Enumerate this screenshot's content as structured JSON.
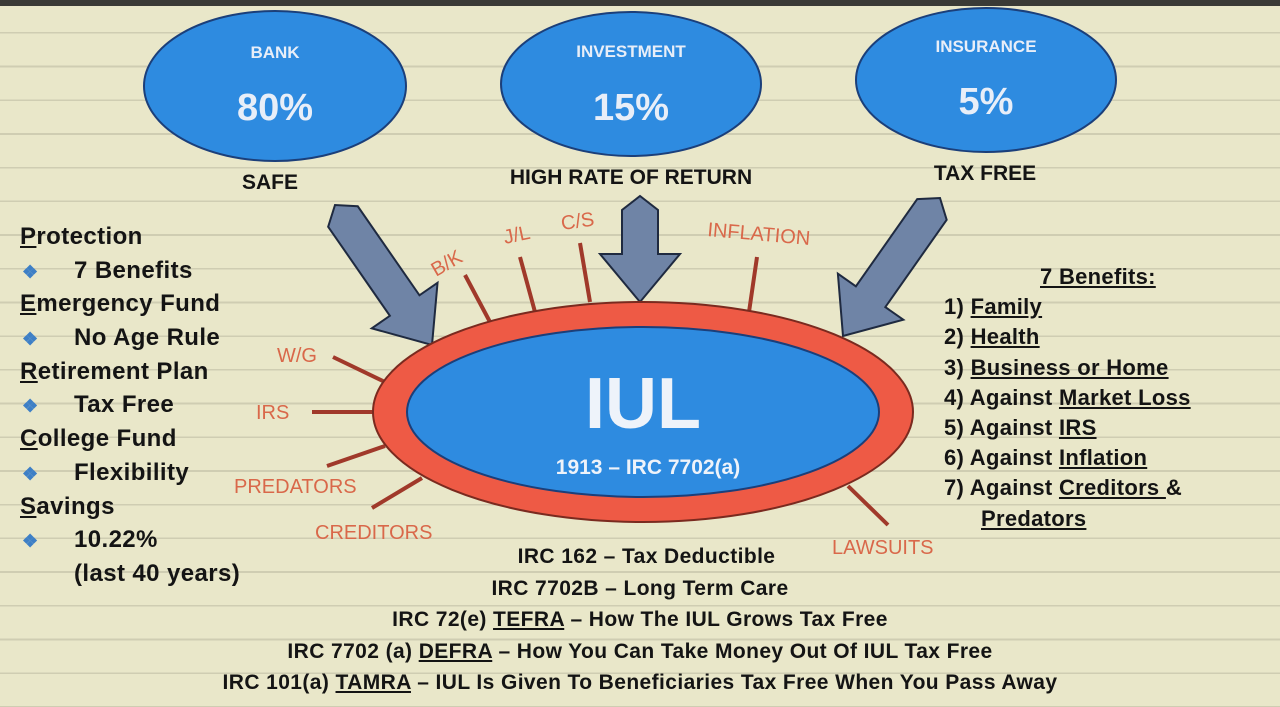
{
  "top_ovals": [
    {
      "title": "BANK",
      "value": "80%",
      "caption": "SAFE"
    },
    {
      "title": "INVESTMENT",
      "value": "15%",
      "caption": "HIGH RATE OF RETURN"
    },
    {
      "title": "INSURANCE",
      "value": "5%",
      "caption": "TAX FREE"
    }
  ],
  "center": {
    "title": "IUL",
    "subtitle": "1913 – IRC 7702(a)"
  },
  "threats": [
    "B/K",
    "J/L",
    "C/S",
    "INFLATION",
    "W/G",
    "IRS",
    "PREDATORS",
    "CREDITORS",
    "LAWSUITS"
  ],
  "left_list": [
    {
      "heading_initial": "P",
      "heading_rest": "rotection",
      "bullet": "7 Benefits"
    },
    {
      "heading_initial": "E",
      "heading_rest": "mergency Fund",
      "bullet": "No Age Rule"
    },
    {
      "heading_initial": "R",
      "heading_rest": "etirement Plan",
      "bullet": "Tax Free"
    },
    {
      "heading_initial": "C",
      "heading_rest": "ollege Fund",
      "bullet": "Flexibility"
    },
    {
      "heading_initial": "S",
      "heading_rest": "avings",
      "bullet": "10.22%",
      "extra": "(last 40 years)"
    }
  ],
  "benefits": {
    "heading": "7 Benefits:",
    "items": [
      {
        "num": "1)",
        "pre": "",
        "key": "Family"
      },
      {
        "num": "2)",
        "pre": "",
        "key": "Health"
      },
      {
        "num": "3)",
        "pre": "",
        "key": "Business or Home"
      },
      {
        "num": "4)",
        "pre": "Against ",
        "key": "Market Loss"
      },
      {
        "num": "5)",
        "pre": "Against ",
        "key": "IRS"
      },
      {
        "num": "6)",
        "pre": "Against ",
        "key": "Inflation"
      },
      {
        "num": "7)",
        "pre": "Against ",
        "key": "Creditors ",
        "post": "&",
        "cont": "Predators"
      }
    ]
  },
  "irc_lines": [
    {
      "pre": "IRC 162 – Tax Deductible",
      "key": "",
      "post": ""
    },
    {
      "pre": "IRC 7702B – Long Term Care",
      "key": "",
      "post": ""
    },
    {
      "pre": "IRC 72(e) ",
      "key": "TEFRA",
      "post": " – How The IUL Grows Tax Free"
    },
    {
      "pre": "IRC 7702 (a) ",
      "key": "DEFRA",
      "post": " – How You Can Take Money Out Of IUL Tax Free"
    },
    {
      "pre": "IRC 101(a) ",
      "key": "TAMRA",
      "post": " – IUL Is Given To Beneficiaries Tax Free When You Pass Away"
    }
  ],
  "colors": {
    "oval_blue": "#2e8be0",
    "ring_red": "#ee5a45",
    "arrow": "#6f84a6",
    "threat_text": "#d9684a",
    "spoke": "#a0392a"
  }
}
